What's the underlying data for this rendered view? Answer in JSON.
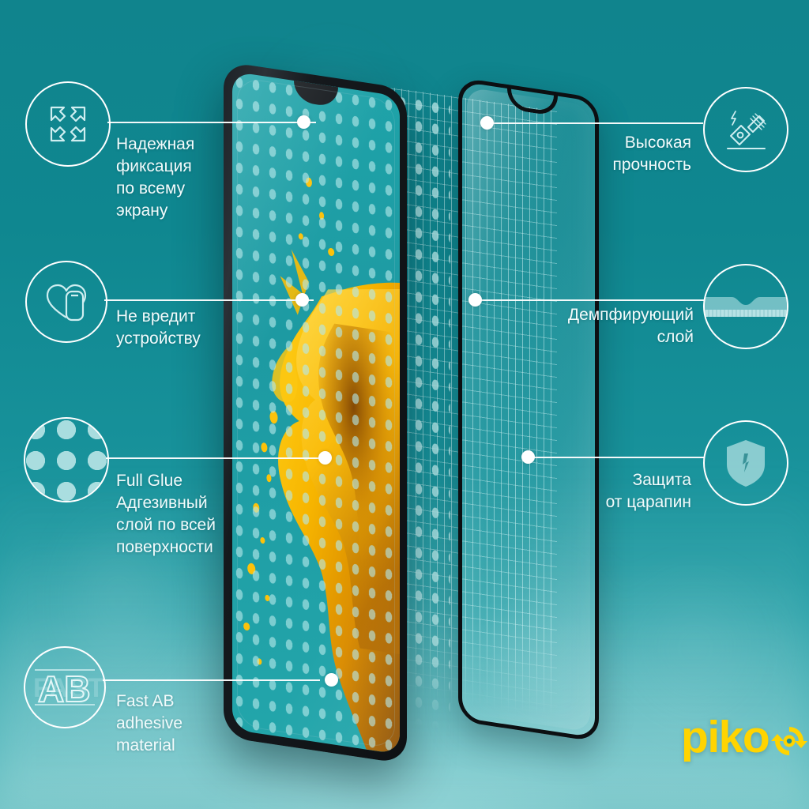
{
  "product": {
    "type": "tempered-glass-screen-protector",
    "alt_layers": [
      "phone",
      "full-glue-adhesive-dot-layer",
      "grid-mesh-layer",
      "tempered-glass"
    ]
  },
  "brand": {
    "name": "piko",
    "logo_color": "#ffd400",
    "mark": "circular-arrow-o"
  },
  "theme": {
    "background_top": "#10848d",
    "background_bottom": "#6ec3c5",
    "text_color": "#f2fbfc",
    "line_color": "#ffffff",
    "accent_yellow": "#ffd400"
  },
  "features_left": [
    {
      "id": "secure-fixation",
      "icon": "expand-arrows-icon",
      "text": "Надежная\nфиксация\nпо всему\nэкрану"
    },
    {
      "id": "device-safe",
      "icon": "heart-phone-icon",
      "text": "Не вредит\nустройству"
    },
    {
      "id": "full-glue",
      "icon": "adhesive-dots-icon",
      "text": "Full Glue\nАдгезивный\nслой по всей\nповерхности"
    },
    {
      "id": "fast-ab",
      "icon": "ab-letters-icon",
      "text": "Fast AB\nadhesive\nmaterial"
    }
  ],
  "features_right": [
    {
      "id": "high-strength",
      "icon": "hammer-impact-icon",
      "text": "Высокая\nпрочность"
    },
    {
      "id": "damping-layer",
      "icon": "cushion-layer-icon",
      "text": "Демпфирующий\nслой"
    },
    {
      "id": "scratch-protection",
      "icon": "shield-icon",
      "text": "Защита\nот царапин"
    }
  ]
}
